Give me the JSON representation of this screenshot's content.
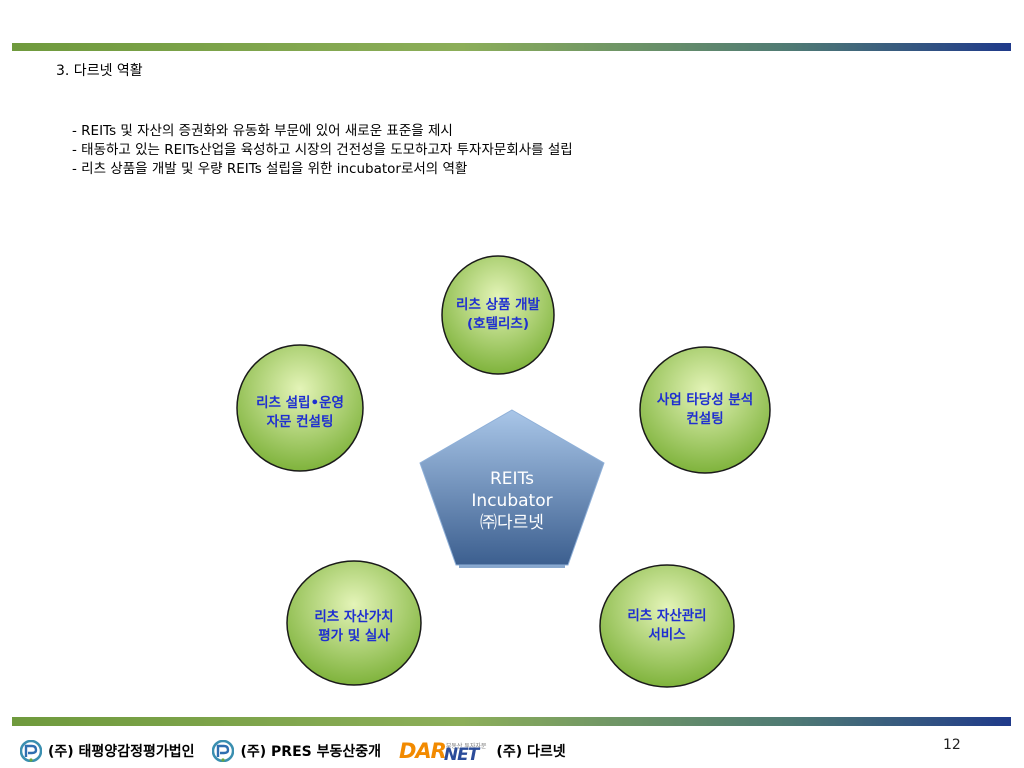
{
  "header": {
    "section_title": "3. 다르넷 역활"
  },
  "bullets": [
    "- REITs 및 자산의 증권화와 유동화 부문에 있어 새로운 표준을 제시",
    "- 태동하고 있는 REITs산업을 육성하고 시장의 건전성을 도모하고자 투자자문회사를 설립",
    "- 리츠 상품을 개발 및 우량 REITs 설립을 위한 incubator로서의 역활"
  ],
  "diagram": {
    "center": {
      "line1": "REITs",
      "line2": "Incubator",
      "line3": "㈜다르넷"
    },
    "nodes": {
      "top": {
        "line1": "리츠 상품 개발",
        "line2": "(호텔리츠)"
      },
      "right": {
        "line1": "사업 타당성 분석",
        "line2": "컨설팅"
      },
      "bottom_right": {
        "line1": "리츠 자산관리",
        "line2": "서비스"
      },
      "bottom_left": {
        "line1": "리츠 자산가치",
        "line2": "평가 및 실사"
      },
      "left": {
        "line1": "리츠 설립•운영",
        "line2": "자문 컨설팅"
      }
    },
    "colors": {
      "node_fill_light": "#e4f4b8",
      "node_fill_dark": "#7fb33c",
      "node_border": "#1a1a1a",
      "node_text": "#1f2fd0",
      "center_fill_top": "#a9c6e8",
      "center_fill_bottom": "#3c5f8f"
    }
  },
  "footer": {
    "company1": "(주) 태평양감정평가법인",
    "company2": "(주) PRES 부동산중개",
    "darnet_logo_a": "DAR",
    "darnet_logo_b": "NET",
    "darnet_logo_tagline": "부동산 투자자문",
    "company3": "(주) 다르넷"
  },
  "page_number": "12"
}
